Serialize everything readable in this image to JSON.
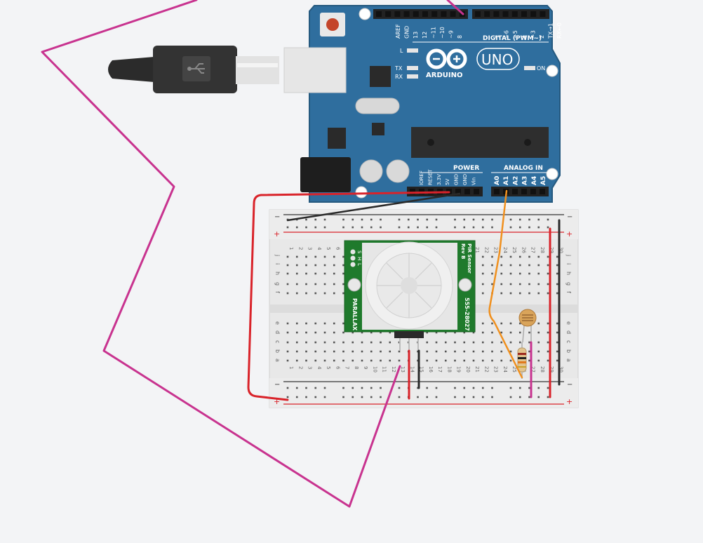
{
  "arduino": {
    "brand": "ARDUINO",
    "model": "UNO",
    "digital_label": "DIGITAL (PWM~)",
    "digital_pins": [
      "AREF",
      "GND",
      "13",
      "12",
      "~11",
      "~10",
      "~9",
      "8",
      "7",
      "~6",
      "~5",
      "4",
      "~3",
      "2",
      "TX→1",
      "RX←0"
    ],
    "power_label": "POWER",
    "power_pins": [
      "IOREF",
      "RESET",
      "3.3V",
      "5V",
      "GND",
      "GND",
      "Vin"
    ],
    "analog_label": "ANALOG IN",
    "analog_pins": [
      "A0",
      "A1",
      "A2",
      "A3",
      "A4",
      "A5"
    ],
    "led_l": "L",
    "led_tx": "TX",
    "led_rx": "RX",
    "led_on": "ON",
    "board_color": "#2f6e9e"
  },
  "breadboard": {
    "rail_minus": "−",
    "rail_plus": "+",
    "rows_top": [
      "j",
      "i",
      "h",
      "g",
      "f"
    ],
    "rows_bottom": [
      "e",
      "d",
      "c",
      "b",
      "a"
    ],
    "columns": [
      "1",
      "2",
      "3",
      "4",
      "5",
      "6",
      "7",
      "8",
      "9",
      "10",
      "11",
      "12",
      "13",
      "14",
      "15",
      "16",
      "17",
      "18",
      "19",
      "20",
      "21",
      "22",
      "23",
      "24",
      "25",
      "26",
      "27",
      "28",
      "29",
      "30"
    ]
  },
  "pir": {
    "title": "PIR Sensor",
    "rev": "Rev B",
    "brand": "PARALLAX",
    "part": "555-28027",
    "pins": [
      "S",
      "H",
      "L"
    ],
    "color": "#1f7a2c"
  },
  "colors": {
    "wire_pink": "#c8338f",
    "wire_red": "#d9232a",
    "wire_black": "#2a2a2a",
    "wire_orange": "#f0901e"
  }
}
